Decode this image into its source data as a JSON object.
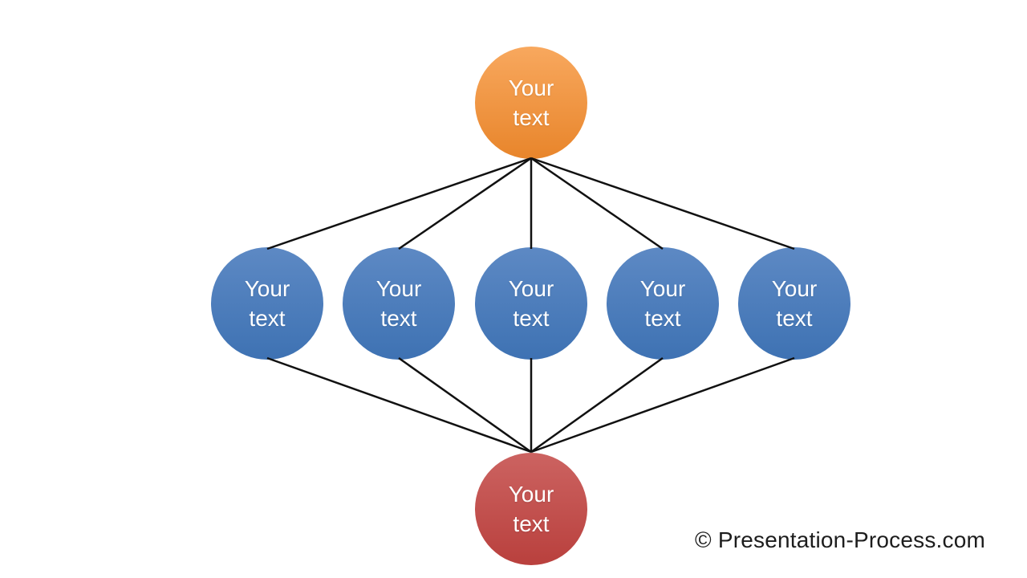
{
  "slide": {
    "background": "#FFFFFF"
  },
  "palette": {
    "top_node_gradient_top": "#F8A85E",
    "top_node_gradient_bottom": "#E8852B",
    "middle_node_gradient_top": "#5D89C4",
    "middle_node_gradient_bottom": "#3E72B3",
    "bottom_node_gradient_top": "#CC6361",
    "bottom_node_gradient_bottom": "#B9403D",
    "connector_color": "#111111",
    "node_text_color": "#FFFFFF",
    "watermark_color": "#1D1D1D"
  },
  "nodes": [
    {
      "id": "top-node",
      "row": "top",
      "line1": "Your",
      "line2": "text"
    },
    {
      "id": "middle-node-1",
      "row": "middle",
      "line1": "Your",
      "line2": "text"
    },
    {
      "id": "middle-node-2",
      "row": "middle",
      "line1": "Your",
      "line2": "text"
    },
    {
      "id": "middle-node-3",
      "row": "middle",
      "line1": "Your",
      "line2": "text"
    },
    {
      "id": "middle-node-4",
      "row": "middle",
      "line1": "Your",
      "line2": "text"
    },
    {
      "id": "middle-node-5",
      "row": "middle",
      "line1": "Your",
      "line2": "text"
    },
    {
      "id": "bottom-node",
      "row": "bottom",
      "line1": "Your",
      "line2": "text"
    }
  ],
  "connections": [
    {
      "from": "top-node",
      "to": "middle-node-1"
    },
    {
      "from": "top-node",
      "to": "middle-node-2"
    },
    {
      "from": "top-node",
      "to": "middle-node-3"
    },
    {
      "from": "top-node",
      "to": "middle-node-4"
    },
    {
      "from": "top-node",
      "to": "middle-node-5"
    },
    {
      "from": "middle-node-1",
      "to": "bottom-node"
    },
    {
      "from": "middle-node-2",
      "to": "bottom-node"
    },
    {
      "from": "middle-node-3",
      "to": "bottom-node"
    },
    {
      "from": "middle-node-4",
      "to": "bottom-node"
    },
    {
      "from": "middle-node-5",
      "to": "bottom-node"
    }
  ],
  "watermark": {
    "text": "© Presentation-Process.com"
  }
}
